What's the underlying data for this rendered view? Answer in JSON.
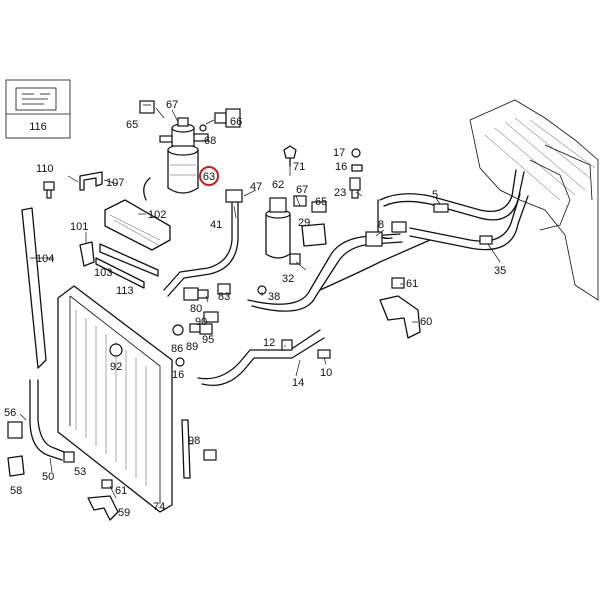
{
  "colors": {
    "line": "#111111",
    "highlight": "#d11a1a",
    "background": "#ffffff"
  },
  "icon_box": {
    "label": "116",
    "icon": "document-sheet-icon"
  },
  "highlighted_part": "63",
  "callouts": {
    "c65a": "65",
    "c67a": "67",
    "c66": "66",
    "c68": "68",
    "c63": "63",
    "c110": "110",
    "c107": "107",
    "c102": "102",
    "c101": "101",
    "c104": "104",
    "c103": "103",
    "c113": "113",
    "c41": "41",
    "c47": "47",
    "c71": "71",
    "c62": "62",
    "c67b": "67",
    "c65b": "65",
    "c29": "29",
    "c32": "32",
    "c38": "38",
    "c17": "17",
    "c16": "16",
    "c23": "23",
    "c5": "5",
    "c8": "8",
    "c35": "35",
    "c61a": "61",
    "c60": "60",
    "c83": "83",
    "c80": "80",
    "c90": "90",
    "c95": "95",
    "c86": "86",
    "c89": "89",
    "c92": "92",
    "c16b": "16",
    "c12": "12",
    "c10": "10",
    "c14": "14",
    "c56": "56",
    "c50": "50",
    "c53": "53",
    "c58": "58",
    "c61b": "61",
    "c59": "59",
    "c74": "74",
    "c98": "98"
  }
}
